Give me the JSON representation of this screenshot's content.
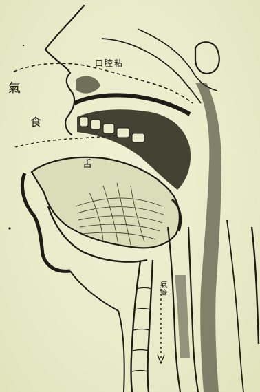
{
  "illustration": {
    "subject": "sagittal-head-throat-section",
    "labels": {
      "top": "口腔粘",
      "left_upper": "氣",
      "left_middle": "食",
      "tongue": "舌",
      "lower": "氣管"
    }
  }
}
